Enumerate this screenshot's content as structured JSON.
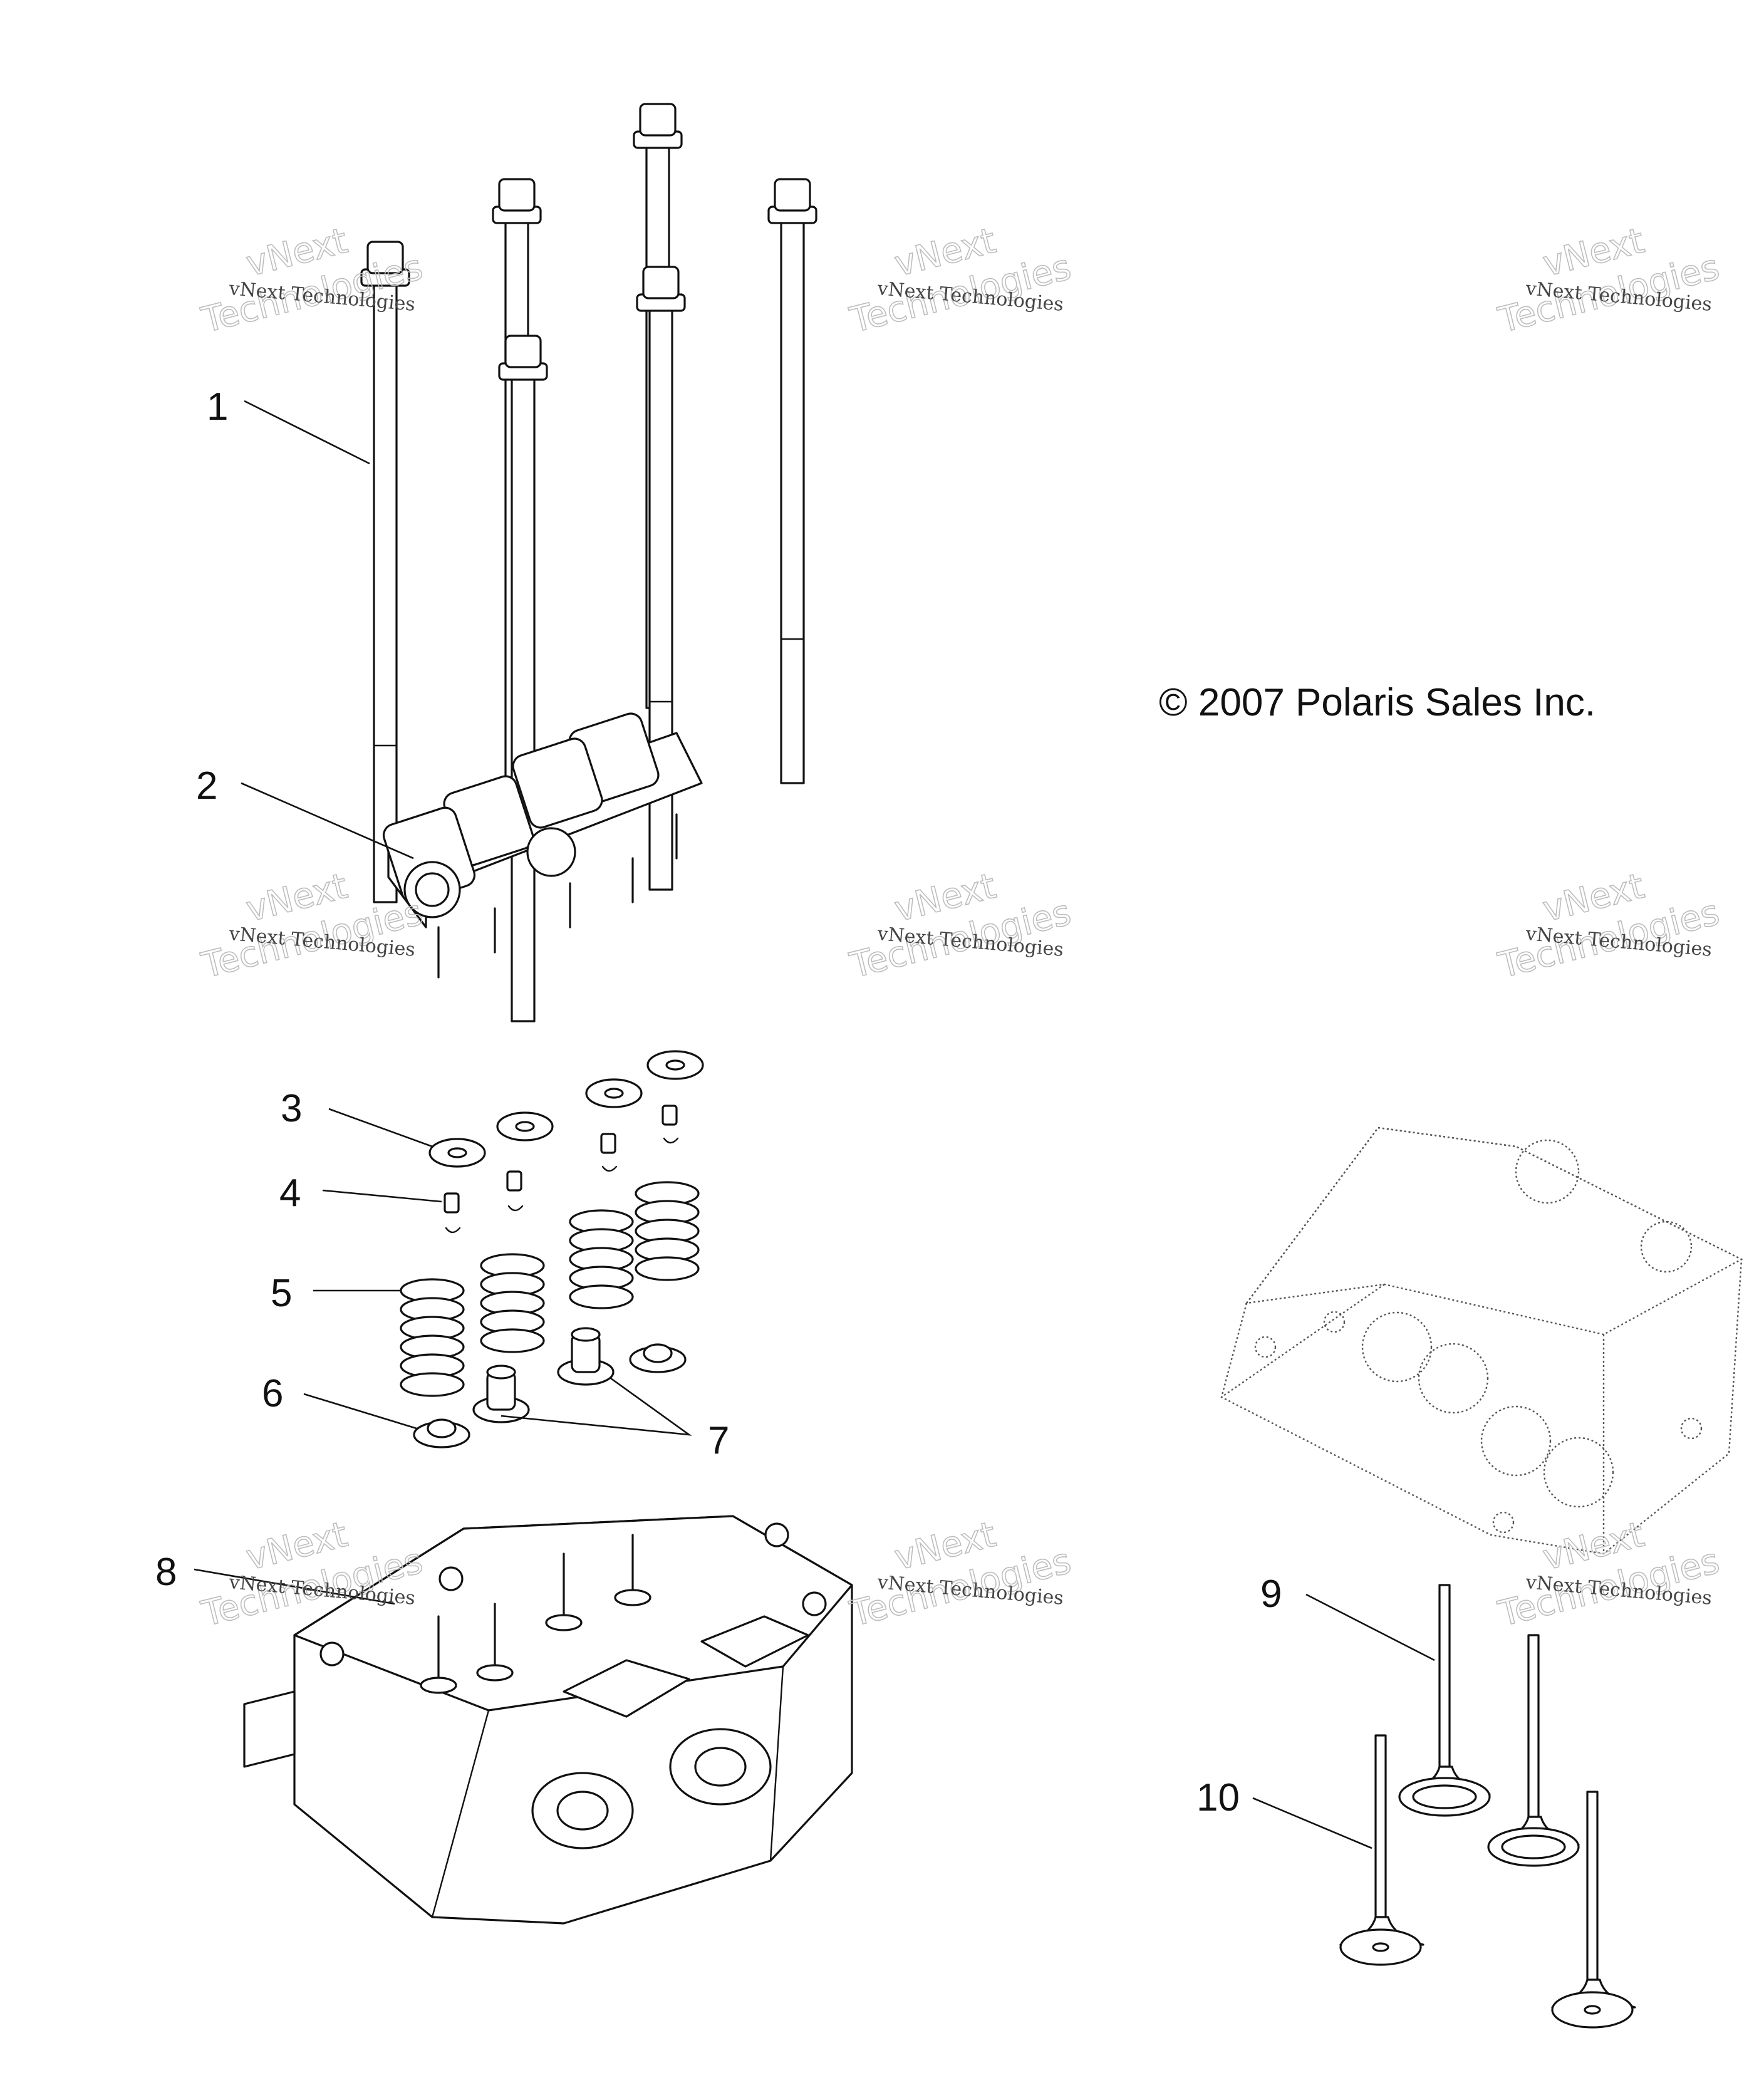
{
  "copyright": "© 2007 Polaris Sales Inc.",
  "watermark": {
    "line1": "vNext Technologies",
    "line2a": "vNext",
    "line2b": "Technologies"
  },
  "callouts": [
    {
      "id": "1",
      "label": "1"
    },
    {
      "id": "2",
      "label": "2"
    },
    {
      "id": "3",
      "label": "3"
    },
    {
      "id": "4",
      "label": "4"
    },
    {
      "id": "5",
      "label": "5"
    },
    {
      "id": "6",
      "label": "6"
    },
    {
      "id": "7",
      "label": "7"
    },
    {
      "id": "8",
      "label": "8"
    },
    {
      "id": "9",
      "label": "9"
    },
    {
      "id": "10",
      "label": "10"
    }
  ],
  "parts": [
    {
      "callout": "1",
      "icon": "cylinder-head-bolt-icon"
    },
    {
      "callout": "2",
      "icon": "rocker-arm-assembly-icon"
    },
    {
      "callout": "3",
      "icon": "valve-spring-retainer-icon"
    },
    {
      "callout": "4",
      "icon": "valve-keeper-icon"
    },
    {
      "callout": "5",
      "icon": "valve-spring-icon"
    },
    {
      "callout": "6",
      "icon": "spring-seat-icon"
    },
    {
      "callout": "7",
      "icon": "valve-stem-seal-icon"
    },
    {
      "callout": "8",
      "icon": "cylinder-head-icon"
    },
    {
      "callout": "9",
      "icon": "intake-valve-icon"
    },
    {
      "callout": "10",
      "icon": "exhaust-valve-icon"
    }
  ]
}
